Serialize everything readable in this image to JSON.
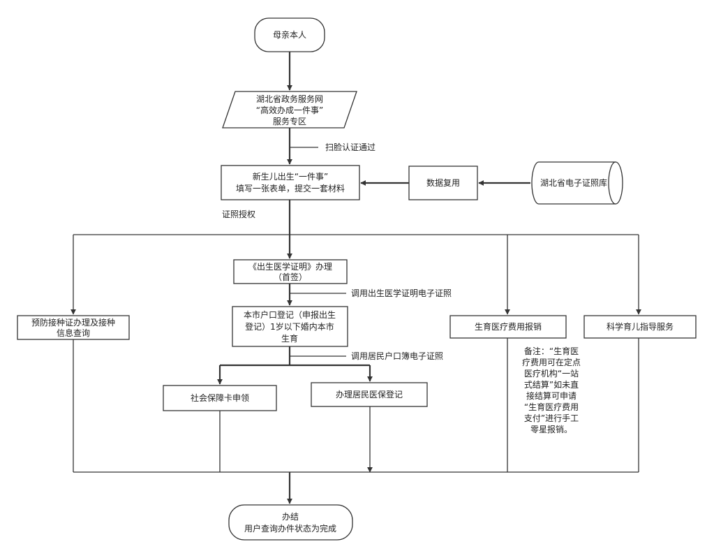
{
  "nodes": {
    "mother": {
      "lines": [
        "母亲本人"
      ]
    },
    "portal": {
      "lines": [
        "湖北省政务服务网",
        "“高效办成一件事”",
        "服务专区"
      ]
    },
    "newborn_form": {
      "lines": [
        "新生儿出生“一件事”",
        "填写一张表单，提交一套材料"
      ]
    },
    "data_reuse": {
      "lines": [
        "数据复用"
      ]
    },
    "ecert_db": {
      "lines": [
        "湖北省电子证照库"
      ]
    },
    "birth_cert": {
      "lines": [
        "《出生医学证明》办理",
        "（首签）"
      ]
    },
    "hukou": {
      "lines": [
        "本市户口登记（申报出生",
        "登记）1岁以下婚内本市",
        "生育"
      ]
    },
    "vaccine": {
      "lines": [
        "预防接种证办理及接种",
        "信息查询"
      ]
    },
    "medical_fee": {
      "lines": [
        "生育医疗费用报销"
      ]
    },
    "parenting": {
      "lines": [
        "科学育儿指导服务"
      ]
    },
    "social_card": {
      "lines": [
        "社会保障卡申领"
      ]
    },
    "medical_insurance": {
      "lines": [
        "办理居民医保登记"
      ]
    },
    "done": {
      "lines": [
        "办结",
        "用户查询办件状态为完成"
      ]
    }
  },
  "edge_labels": {
    "face_auth": "扫脸认证通过",
    "cert_auth": "证照授权",
    "call_birth_cert": "调用出生医学证明电子证照",
    "call_hukou_cert": "调用居民户口簿电子证照"
  },
  "note": {
    "lines": [
      "备注：“生育医",
      "疗费用可在定点",
      "医疗机构“一站",
      "式结算”如未直",
      "接结算可申请",
      "“生育医疗费用",
      "支付”进行手工",
      "零星报销。"
    ]
  }
}
